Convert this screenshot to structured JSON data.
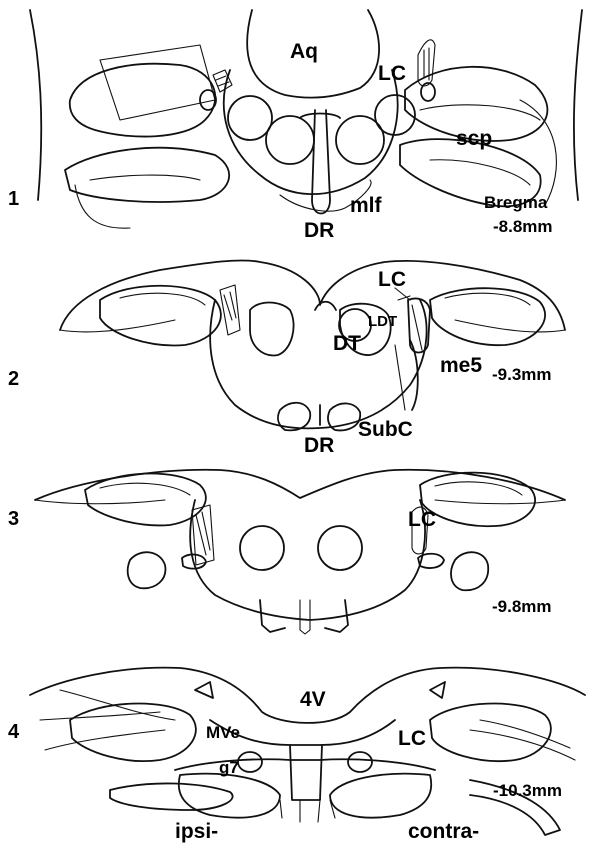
{
  "sections": [
    {
      "number": "1",
      "coordinate_header": "Bregma",
      "coordinate": "-8.8mm",
      "labels": {
        "aq": "Aq",
        "lc": "LC",
        "scp": "scp",
        "mlf": "mlf",
        "dr": "DR"
      }
    },
    {
      "number": "2",
      "coordinate": "-9.3mm",
      "labels": {
        "lc": "LC",
        "ldt": "LDT",
        "dt": "DT",
        "me5": "me5",
        "subc": "SubC",
        "dr": "DR"
      }
    },
    {
      "number": "3",
      "coordinate": "-9.8mm",
      "labels": {
        "lc": "LC"
      }
    },
    {
      "number": "4",
      "coordinate": "-10.3mm",
      "labels": {
        "v4": "4V",
        "mve": "MVe",
        "lc": "LC",
        "g7": "g7"
      }
    }
  ],
  "footer": {
    "ipsi": "ipsi-",
    "contra": "contra-"
  }
}
